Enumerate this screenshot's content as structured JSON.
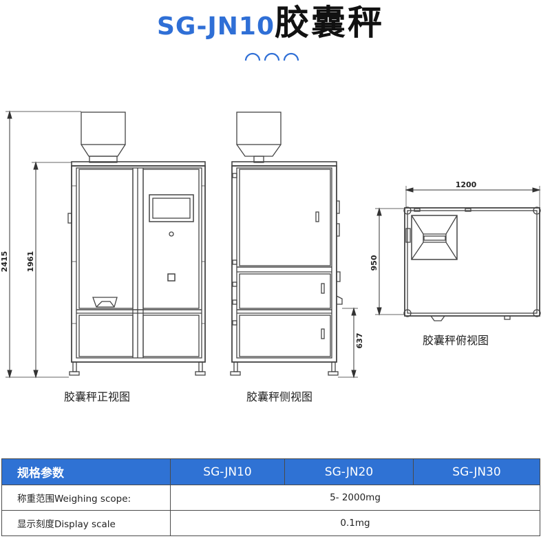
{
  "header": {
    "model": "SG-JN10",
    "product": "胶囊秤"
  },
  "colors": {
    "accent": "#2f72d4",
    "title_model": "#2f6fd6",
    "line": "#444444"
  },
  "drawings": {
    "front": {
      "caption": "胶囊秤正视图",
      "dim_total_height": "2415",
      "dim_body_height": "1961"
    },
    "side": {
      "caption": "胶囊秤侧视图",
      "dim_lower_height": "637"
    },
    "top": {
      "caption": "胶囊秤俯视图",
      "dim_width": "1200",
      "dim_depth": "950"
    }
  },
  "spec_table": {
    "header": [
      "规格参数",
      "SG-JN10",
      "SG-JN20",
      "SG-JN30"
    ],
    "rows": [
      {
        "label": "称重范围Weighing scope:",
        "value": "5- 2000mg"
      },
      {
        "label": "显示刻度Display scale",
        "value": "0.1mg"
      }
    ]
  }
}
